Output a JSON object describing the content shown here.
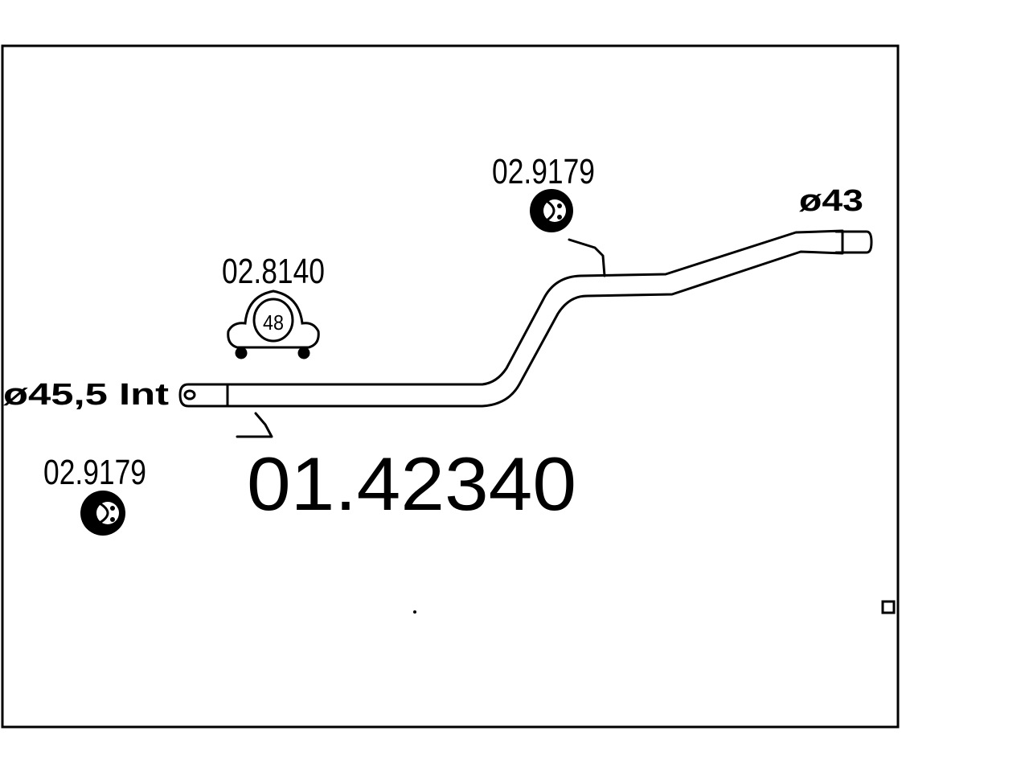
{
  "diagram": {
    "part_number": "01.42340",
    "inlet_dimension": "ø45,5 Int",
    "outlet_dimension": "ø43",
    "components": [
      {
        "ref": "02.9179",
        "type": "rubber mount"
      },
      {
        "ref": "02.8140",
        "type": "clamp",
        "size": "48"
      },
      {
        "ref": "02.9179",
        "type": "rubber mount"
      }
    ]
  }
}
